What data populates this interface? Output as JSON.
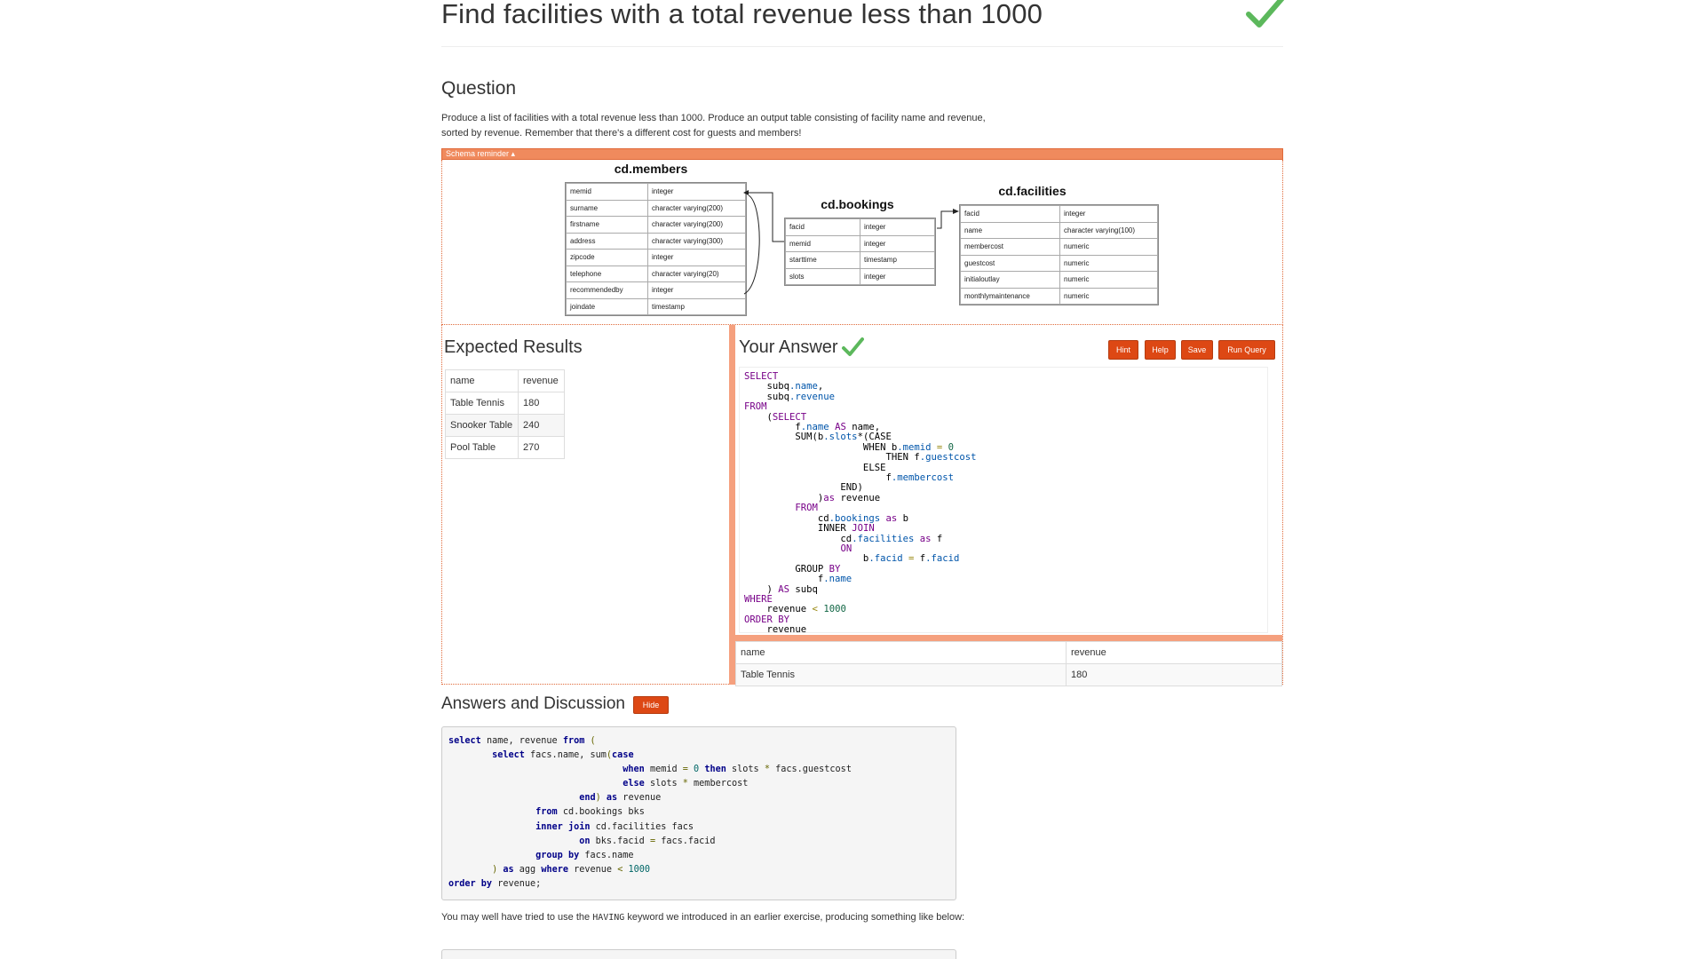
{
  "header": {
    "title": "Find facilities with a total revenue less than 1000"
  },
  "question": {
    "heading": "Question",
    "text": "Produce a list of facilities with a total revenue less than 1000. Produce an output table consisting of facility name and revenue, sorted by revenue. Remember that there's a different cost for guests and members!"
  },
  "schema": {
    "toggle_label": "Schema reminder ▴",
    "members": {
      "title": "cd.members",
      "rows": [
        [
          "memid",
          "integer"
        ],
        [
          "surname",
          "character varying(200)"
        ],
        [
          "firstname",
          "character varying(200)"
        ],
        [
          "address",
          "character varying(300)"
        ],
        [
          "zipcode",
          "integer"
        ],
        [
          "telephone",
          "character varying(20)"
        ],
        [
          "recommendedby",
          "integer"
        ],
        [
          "joindate",
          "timestamp"
        ]
      ]
    },
    "bookings": {
      "title": "cd.bookings",
      "rows": [
        [
          "facid",
          "integer"
        ],
        [
          "memid",
          "integer"
        ],
        [
          "starttime",
          "timestamp"
        ],
        [
          "slots",
          "integer"
        ]
      ]
    },
    "facilities": {
      "title": "cd.facilities",
      "rows": [
        [
          "facid",
          "integer"
        ],
        [
          "name",
          "character varying(100)"
        ],
        [
          "membercost",
          "numeric"
        ],
        [
          "guestcost",
          "numeric"
        ],
        [
          "initialoutlay",
          "numeric"
        ],
        [
          "monthlymaintenance",
          "numeric"
        ]
      ]
    }
  },
  "expected": {
    "heading": "Expected Results",
    "columns": [
      "name",
      "revenue"
    ],
    "rows": [
      [
        "Table Tennis",
        "180"
      ],
      [
        "Snooker Table",
        "240"
      ],
      [
        "Pool Table",
        "270"
      ]
    ]
  },
  "answer": {
    "heading": "Your Answer",
    "buttons": {
      "hint": "Hint",
      "help": "Help",
      "save": "Save",
      "run": "Run Query"
    },
    "result_columns": [
      "name",
      "revenue"
    ],
    "result_rows": [
      [
        "Table Tennis",
        "180"
      ]
    ]
  },
  "discussion": {
    "heading": "Answers and Discussion",
    "hide_label": "Hide",
    "para_before": "You may well have tried to use the ",
    "para_code": "HAVING",
    "para_after": " keyword we introduced in an earlier exercise, producing something like below:"
  },
  "colors": {
    "accent": "#dd4814",
    "splitter": "#f5a07e",
    "check": "#5cb85c"
  },
  "icons": {
    "title_check": "check-icon",
    "answer_check": "check-icon"
  }
}
